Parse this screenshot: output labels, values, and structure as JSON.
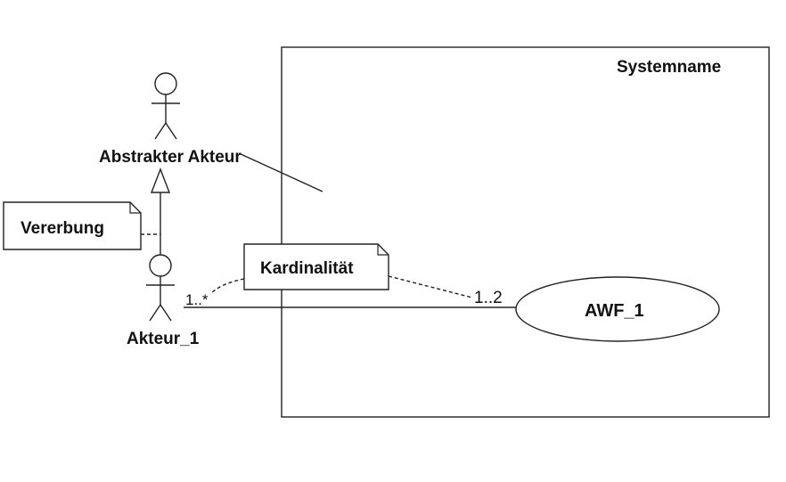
{
  "system": {
    "name": "Systemname"
  },
  "actors": {
    "abstract": {
      "name": "Abstrakter Akteur"
    },
    "concrete": {
      "name": "Akteur_1"
    }
  },
  "notes": {
    "inheritance": "Vererbung",
    "cardinality": "Kardinalität"
  },
  "use_case": {
    "name": "AWF_1"
  },
  "association": {
    "actor_multiplicity": "1..*",
    "usecase_multiplicity": "1..2"
  }
}
